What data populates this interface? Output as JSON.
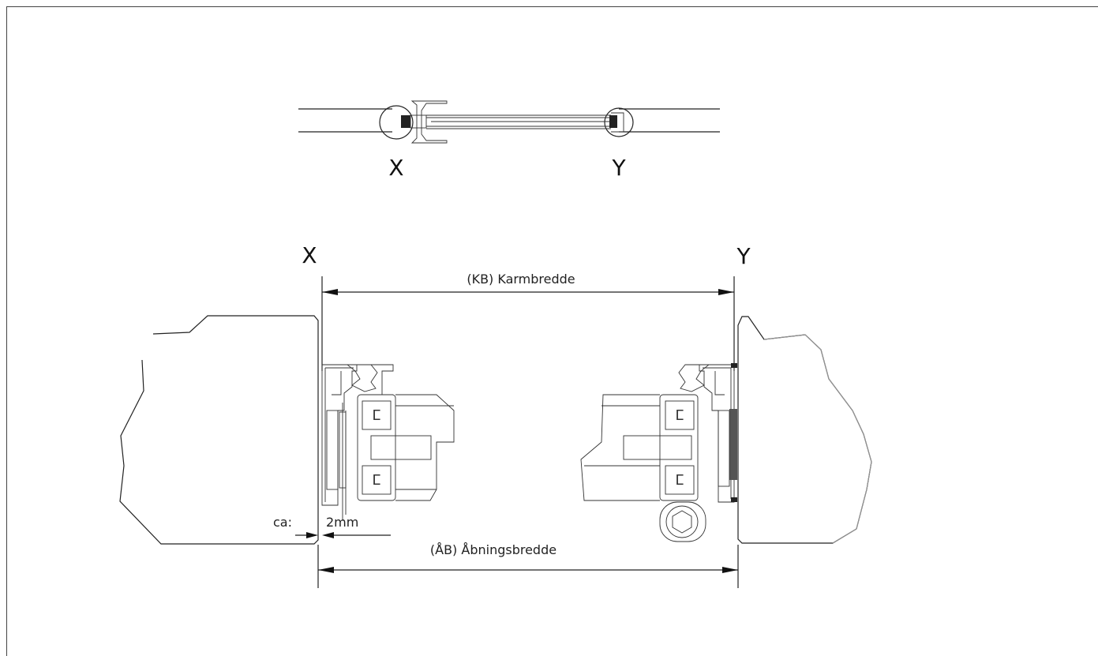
{
  "overview": {
    "left_marker": "X",
    "right_marker": "Y"
  },
  "detail": {
    "left_marker": "X",
    "right_marker": "Y",
    "frame_width_label": "(KB) Karmbredde",
    "opening_width_label": "(ÅB) Åbningsbredde",
    "gap_prefix": "ca:",
    "gap_value": "2mm"
  }
}
